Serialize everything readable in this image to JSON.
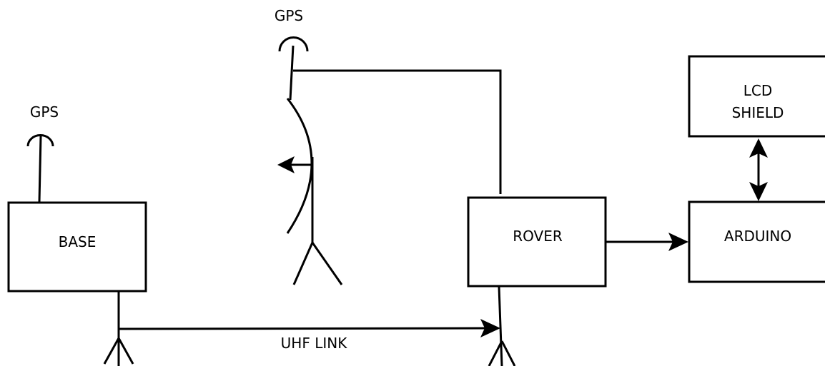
{
  "gps_base_label": "GPS",
  "gps_rover_label": "GPS",
  "base_label": "BASE",
  "rover_label": "ROVER",
  "arduino_label": "ARDUINO",
  "lcd_line1": "LCD",
  "lcd_line2": "SHIELD",
  "uhf_label": "UHF LINK",
  "colors": {
    "line": "#000000",
    "background": "#ffffff"
  }
}
